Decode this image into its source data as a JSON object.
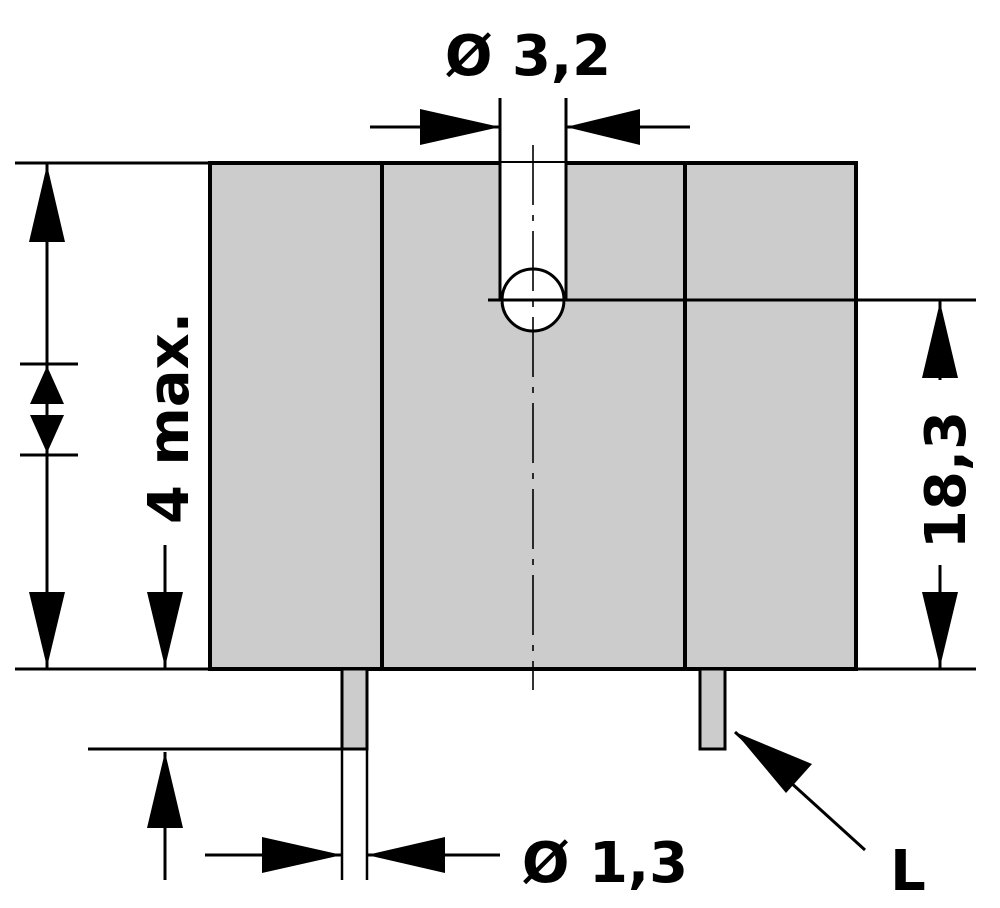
{
  "labels": {
    "hole_diameter": "Ø 3,2",
    "pin_diameter": "Ø 1,3",
    "height_max": "4 max.",
    "hole_offset": "18,3",
    "pin_length": "L"
  },
  "colors": {
    "body_fill": "#cccccc",
    "line": "#000000",
    "background": "#ffffff"
  }
}
